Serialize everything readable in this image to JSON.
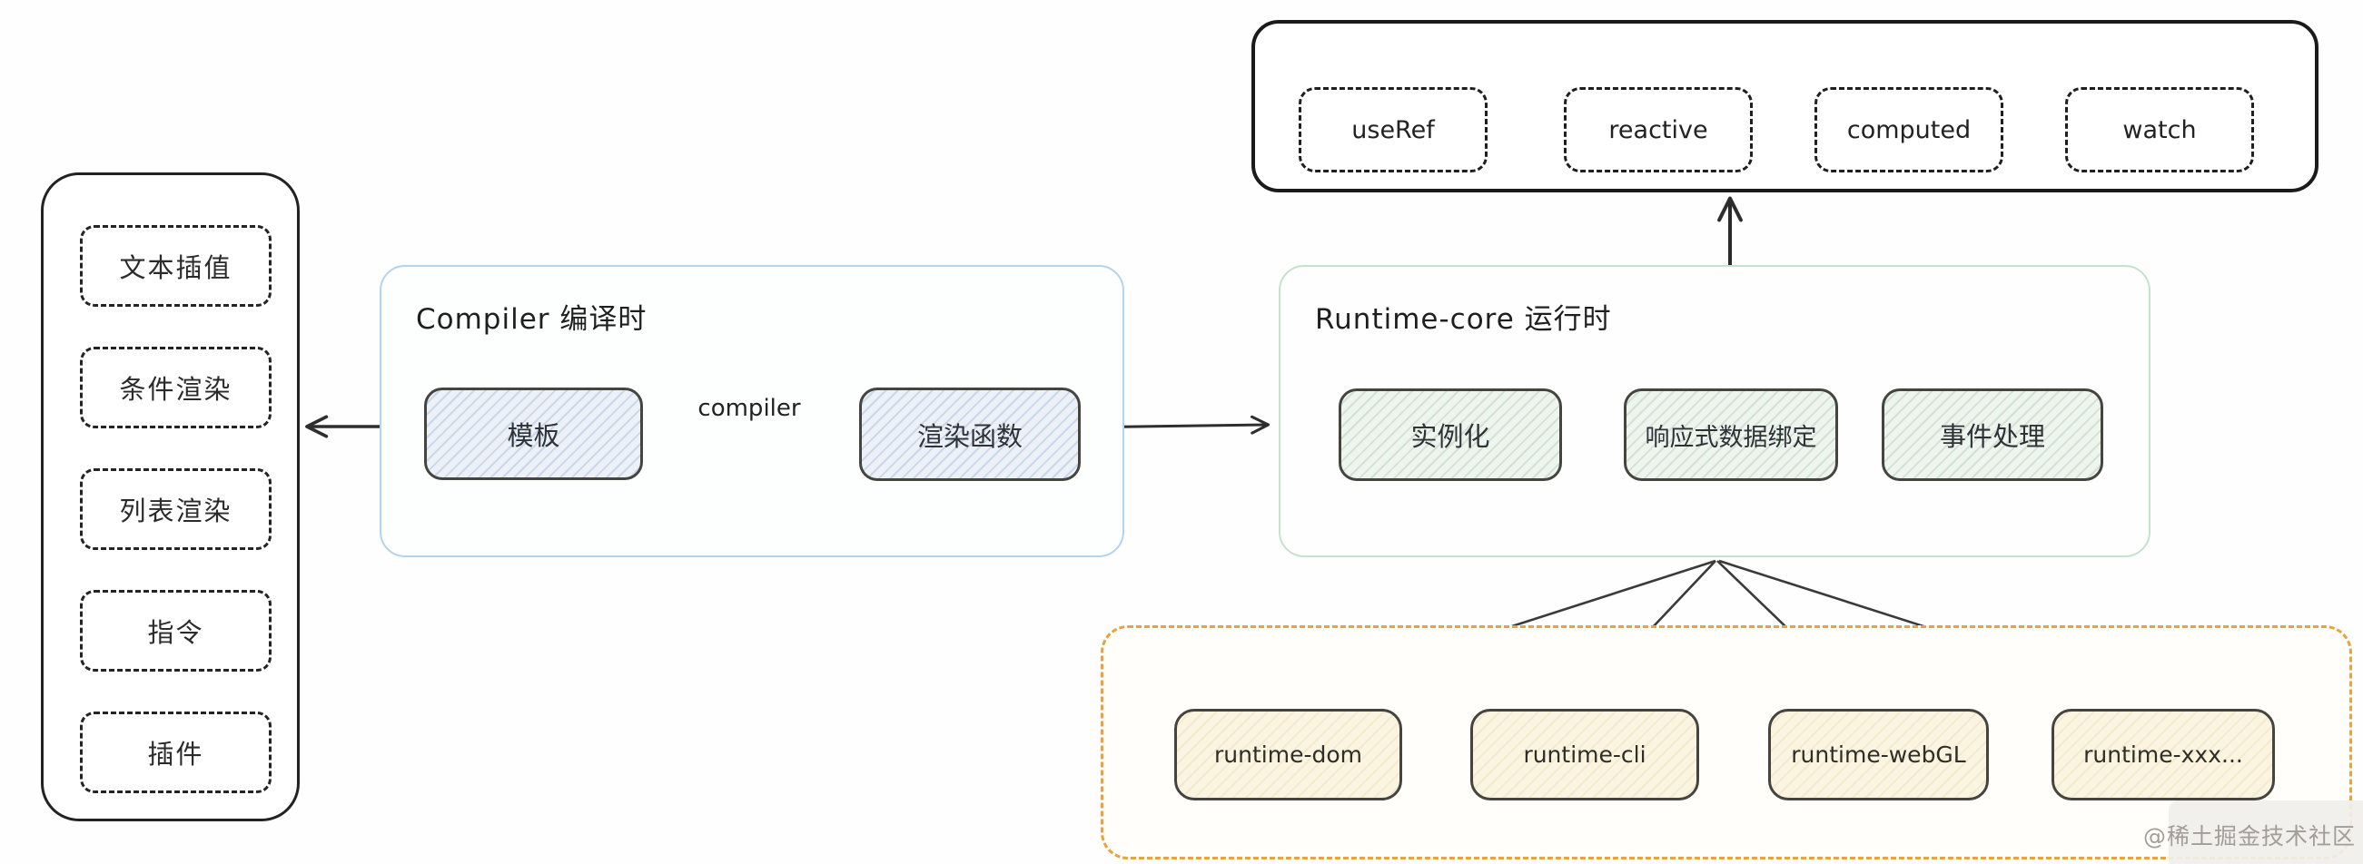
{
  "diagram": {
    "left_panel": {
      "items": [
        {
          "label": "文本插值"
        },
        {
          "label": "条件渲染"
        },
        {
          "label": "列表渲染"
        },
        {
          "label": "指令"
        },
        {
          "label": "插件"
        }
      ]
    },
    "api_panel": {
      "items": [
        {
          "label": "useRef"
        },
        {
          "label": "reactive"
        },
        {
          "label": "computed"
        },
        {
          "label": "watch"
        }
      ]
    },
    "compiler_section": {
      "title": "Compiler 编译时",
      "template_node": "模板",
      "render_fn_node": "渲染函数",
      "arrow_label": "compiler"
    },
    "runtime_section": {
      "title": "Runtime-core 运行时",
      "nodes": [
        {
          "label": "实例化"
        },
        {
          "label": "响应式数据绑定"
        },
        {
          "label": "事件处理"
        }
      ]
    },
    "targets_panel": {
      "items": [
        {
          "label": "runtime-dom"
        },
        {
          "label": "runtime-cli"
        },
        {
          "label": "runtime-webGL"
        },
        {
          "label": "runtime-xxx..."
        }
      ]
    },
    "watermark": {
      "text": "@稀土掘金技术社区"
    },
    "colors": {
      "stroke": "#1f1f1f",
      "arrow": "#2e2e2e",
      "compiler_border": "#b3d3ee",
      "compiler_node_fill": "#ecf1f8",
      "runtime_border": "#c5e2cc",
      "runtime_node_fill": "#eef4ee",
      "targets_border": "#e9a23f",
      "target_node_fill": "#faf4e0",
      "watermark_text": "#a39d97"
    }
  }
}
